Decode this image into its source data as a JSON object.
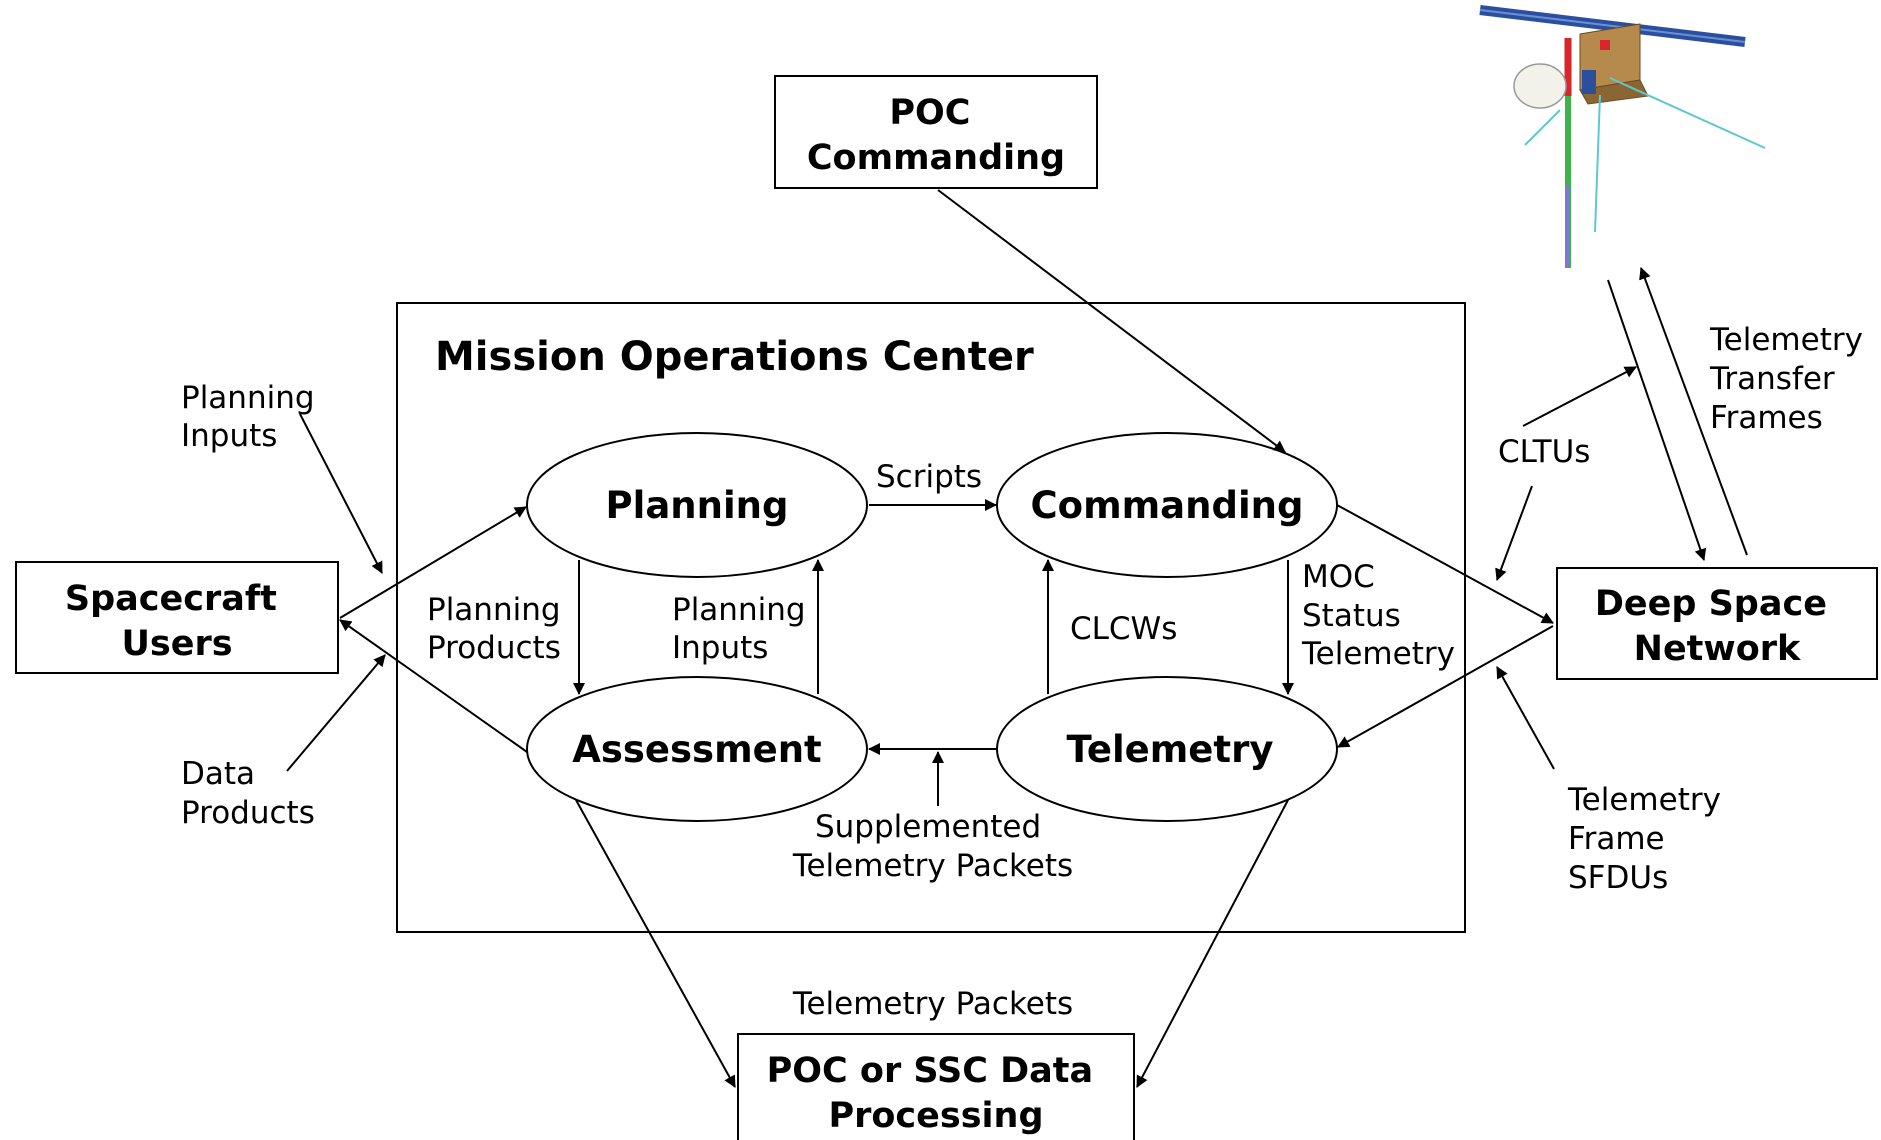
{
  "title": "Mission Operations Center",
  "boxes": {
    "poc_commanding": [
      "POC",
      "Commanding"
    ],
    "spacecraft_users": [
      "Spacecraft",
      "Users"
    ],
    "deep_space_network": [
      "Deep Space",
      "Network"
    ],
    "data_processing": [
      "POC or SSC Data",
      "Processing"
    ]
  },
  "processes": {
    "planning": "Planning",
    "commanding": "Commanding",
    "assessment": "Assessment",
    "telemetry": "Telemetry"
  },
  "flows": {
    "planning_inputs_ext": [
      "Planning",
      "Inputs"
    ],
    "data_products": [
      "Data",
      "Products"
    ],
    "scripts": "Scripts",
    "planning_products": [
      "Planning",
      "Products"
    ],
    "planning_inputs_int": [
      "Planning",
      "Inputs"
    ],
    "clcws": "CLCWs",
    "moc_status": [
      "MOC",
      "Status",
      "Telemetry"
    ],
    "supplemented": [
      "Supplemented",
      "Telemetry Packets"
    ],
    "telemetry_packets": "Telemetry Packets",
    "cltus": "CLTUs",
    "telemetry_transfer": [
      "Telemetry",
      "Transfer",
      "Frames"
    ],
    "telemetry_frame_sfdus": [
      "Telemetry",
      "Frame",
      "SFDUs"
    ]
  },
  "colors": {
    "line": "#000000",
    "panel_blue": "#1f4ea8",
    "body_bronze": "#a07840",
    "boom_green": "#3cb44b",
    "boom_red": "#d9262b",
    "antenna_cyan": "#5ec8d0"
  },
  "icons": {
    "spacecraft": "satellite-illustration"
  }
}
